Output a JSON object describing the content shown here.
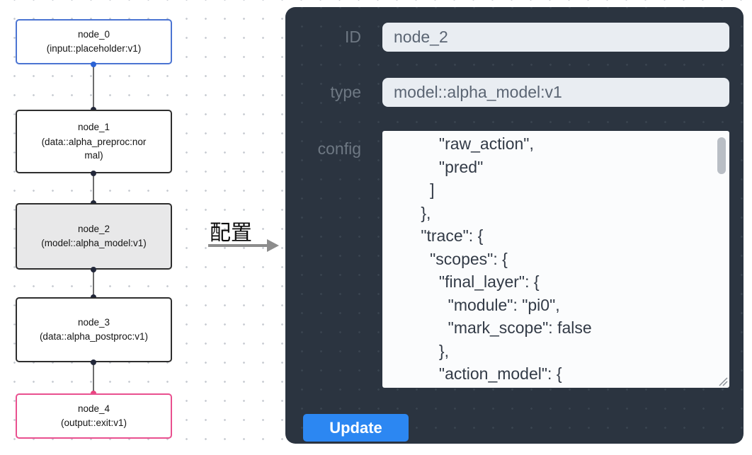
{
  "flow": {
    "nodes": [
      {
        "id": "node_0",
        "sub": "(input::placeholder:v1)"
      },
      {
        "id": "node_1",
        "sub": "(data::alpha_preproc:normal)"
      },
      {
        "id": "node_2",
        "sub": "(model::alpha_model:v1)"
      },
      {
        "id": "node_3",
        "sub": "(data::alpha_postproc:v1)"
      },
      {
        "id": "node_4",
        "sub": "(output::exit:v1)"
      }
    ]
  },
  "transition": {
    "label": "配置"
  },
  "panel": {
    "id_label": "ID",
    "id_value": "node_2",
    "type_label": "type",
    "type_value": "model::alpha_model:v1",
    "config_label": "config",
    "config_value": "          \"raw_action\",\n          \"pred\"\n        ]\n      },\n      \"trace\": {\n        \"scopes\": {\n          \"final_layer\": {\n            \"module\": \"pi0\",\n            \"mark_scope\": false\n          },\n          \"action_model\": {",
    "update_label": "Update"
  },
  "colors": {
    "accent_blue": "#2c87f2",
    "node_input_border": "#4b74d2",
    "node_output_border": "#e9508f",
    "port_blue": "#2c63d5",
    "port_pink": "#e9447f",
    "panel_bg": "#2b3440",
    "input_bg": "#e9edf2"
  }
}
